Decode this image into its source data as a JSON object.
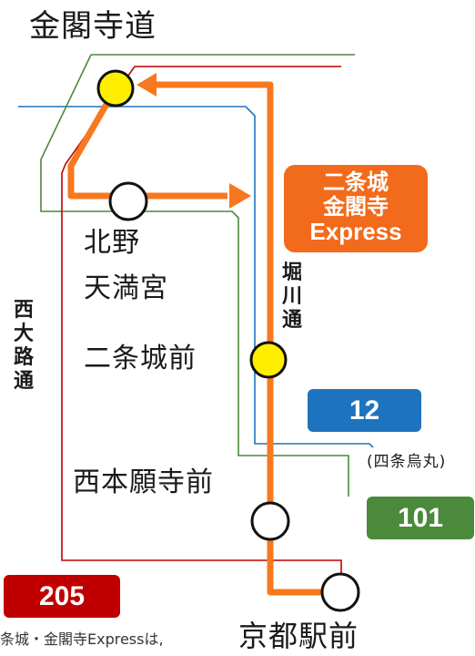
{
  "stops": {
    "kinkakuji_michi": "金閣寺道",
    "kitano_tenmangu_line1": "北野",
    "kitano_tenmangu_line2": "天満宮",
    "nijojo_mae": "二条城前",
    "nishihonganji_mae": "西本願寺前",
    "kyoto_eki_mae": "京都駅前"
  },
  "streets": {
    "horikawa_dori": "堀川通",
    "nishioji_dori": "西大路通"
  },
  "express": {
    "line1": "二条城",
    "line2": "金閣寺",
    "line3": "Express"
  },
  "routes": [
    {
      "number": "12",
      "color": "#1e73be",
      "note": "(四条烏丸)"
    },
    {
      "number": "101",
      "color": "#4a8a3a"
    },
    {
      "number": "205",
      "color": "#c00000"
    }
  ],
  "line_colors": {
    "express": "#f7781f",
    "stop_highlight": "#ffee00"
  },
  "footnote": "条城・金閣寺Expressは,"
}
